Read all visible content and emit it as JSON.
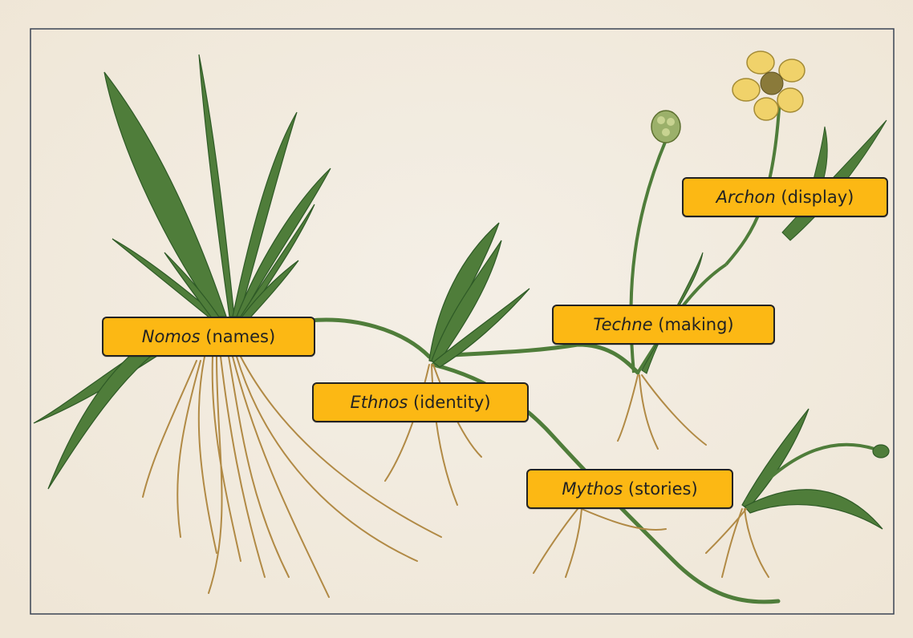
{
  "labels": {
    "nomos": {
      "term": "Nomos",
      "gloss": "(names)"
    },
    "ethnos": {
      "term": "Ethnos",
      "gloss": "(identity)"
    },
    "techne": {
      "term": "Techne",
      "gloss": "(making)"
    },
    "archon": {
      "term": "Archon",
      "gloss": "(display)"
    },
    "mythos": {
      "term": "Mythos",
      "gloss": "(stories)"
    }
  },
  "colors": {
    "paper": "#f3efe6",
    "label_fill": "#fcb814",
    "leaf": "#4f7d3a",
    "root": "#b18a45",
    "flower": "#f0d26a"
  }
}
